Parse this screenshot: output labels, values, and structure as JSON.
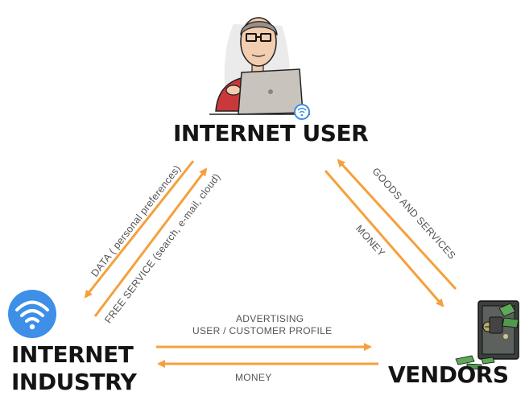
{
  "nodes": {
    "user": {
      "title": "INTERNET USER"
    },
    "industry": {
      "title_line1": "INTERNET",
      "title_line2": "INDUSTRY"
    },
    "vendors": {
      "title": "VENDORS"
    }
  },
  "edges": {
    "user_to_industry": "DATA ( personal preferences)",
    "industry_to_user": "FREE SERVICE (search, e-mail, cloud)",
    "vendors_to_user": "GOODS AND SERVICES",
    "user_to_vendors": "MONEY",
    "industry_to_vendors_line1": "ADVERTISING",
    "industry_to_vendors_line2": "USER / CUSTOMER PROFILE",
    "vendors_to_industry": "MONEY"
  },
  "colors": {
    "arrow": "#f5a03c",
    "wifi_badge": "#3d8fe8",
    "text": "#141414",
    "label": "#555555"
  },
  "icons": [
    "user-at-laptop-illustration",
    "wifi-icon",
    "safe-with-money-illustration"
  ]
}
